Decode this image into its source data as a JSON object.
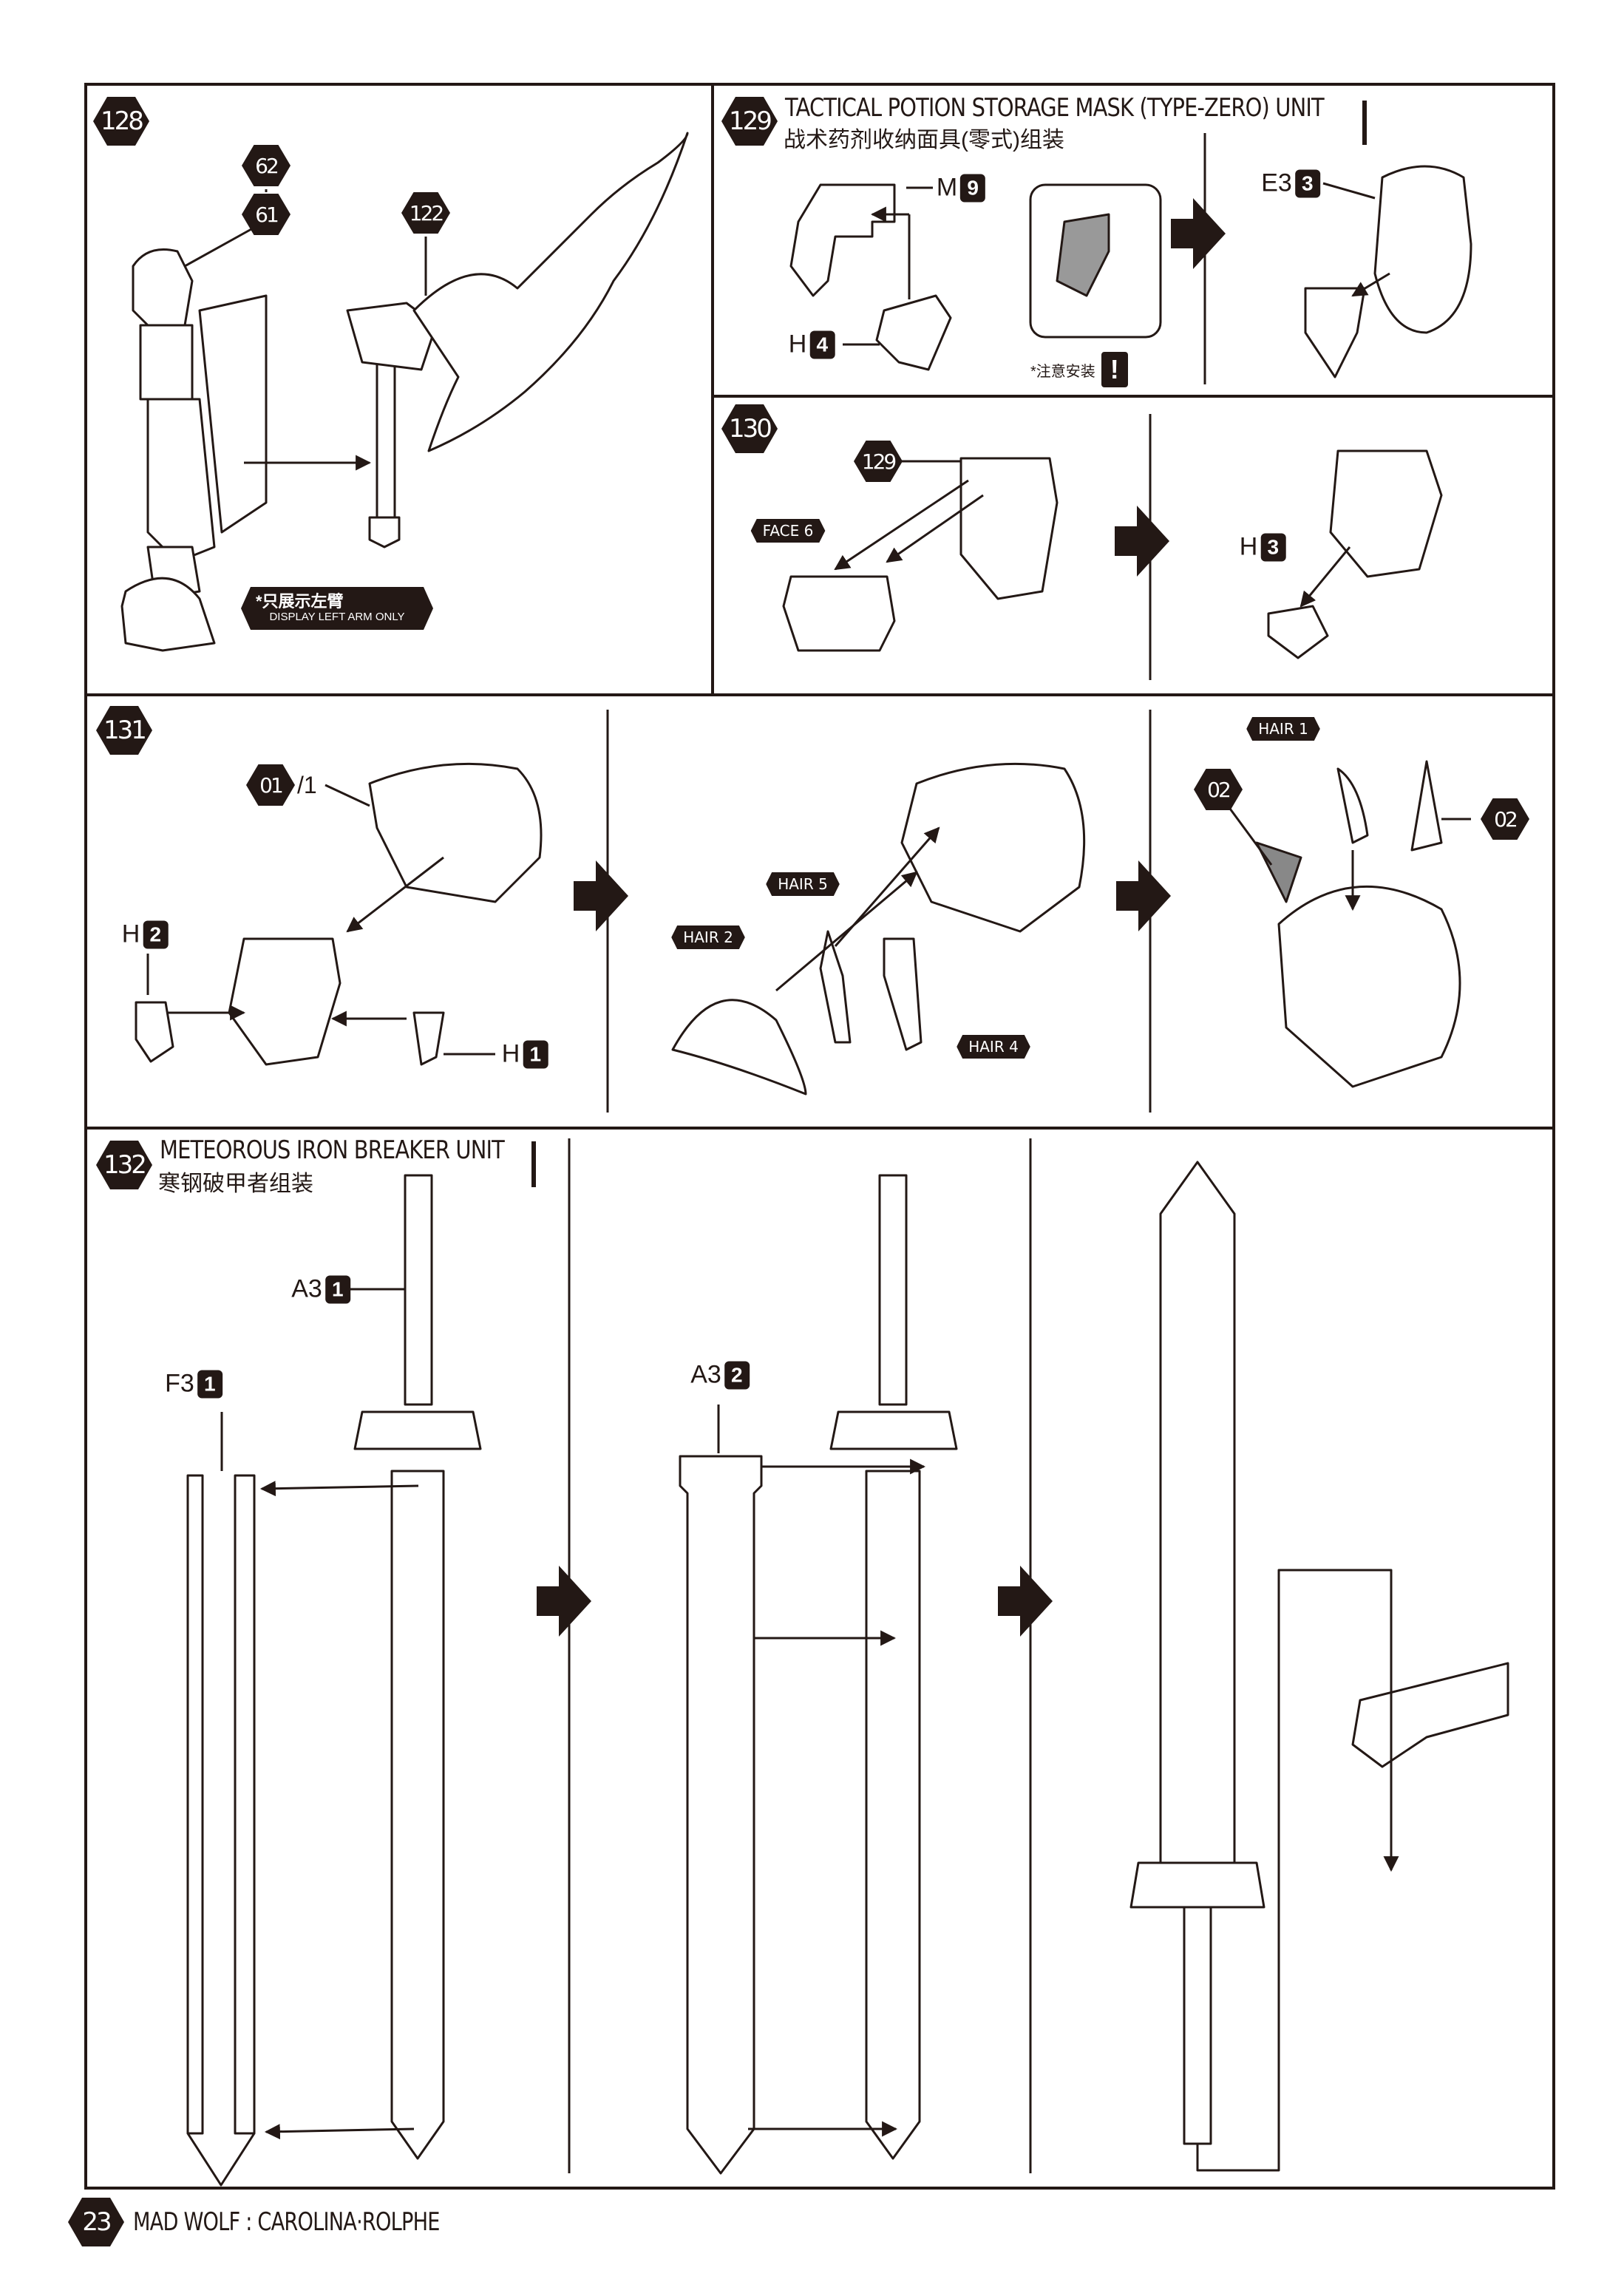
{
  "steps": {
    "s128": {
      "number": "128",
      "parts": {
        "p62": "62",
        "p61": "61",
        "p122": "122"
      },
      "note_cn": "*只展示左臂",
      "note_en": "DISPLAY LEFT ARM ONLY"
    },
    "s129": {
      "number": "129",
      "title_en": "TACTICAL POTION STORAGE MASK (TYPE-ZERO) UNIT",
      "title_cn": "战术药剂收纳面具(零式)组装",
      "parts": {
        "m": {
          "runner": "M",
          "num": "9"
        },
        "h": {
          "runner": "H",
          "num": "4"
        },
        "e3": {
          "runner": "E3",
          "num": "3"
        }
      },
      "caution": "*注意安装",
      "caution_icon": "!"
    },
    "s130": {
      "number": "130",
      "ref_step": "129",
      "face_tag": "FACE 6",
      "parts": {
        "h": {
          "runner": "H",
          "num": "3"
        }
      }
    },
    "s131": {
      "number": "131",
      "head_part": "01",
      "head_suffix": "/1",
      "parts": {
        "h2": {
          "runner": "H",
          "num": "2"
        },
        "h1": {
          "runner": "H",
          "num": "1"
        }
      },
      "hair_tags": {
        "hair1": "HAIR 1",
        "hair2": "HAIR 2",
        "hair4": "HAIR 4",
        "hair5": "HAIR 5"
      },
      "part_02_left": "02",
      "part_02_right": "02"
    },
    "s132": {
      "number": "132",
      "title_en": "METEOROUS IRON BREAKER UNIT",
      "title_cn": "寒钢破甲者组装",
      "parts": {
        "a3_1": {
          "runner": "A3",
          "num": "1"
        },
        "f3_1": {
          "runner": "F3",
          "num": "1"
        },
        "a3_2": {
          "runner": "A3",
          "num": "2"
        }
      }
    }
  },
  "footer": {
    "page_number": "23",
    "title": "MAD WOLF : CAROLINA·ROLPHE"
  },
  "colors": {
    "ink": "#231815",
    "shade": "#888888"
  }
}
